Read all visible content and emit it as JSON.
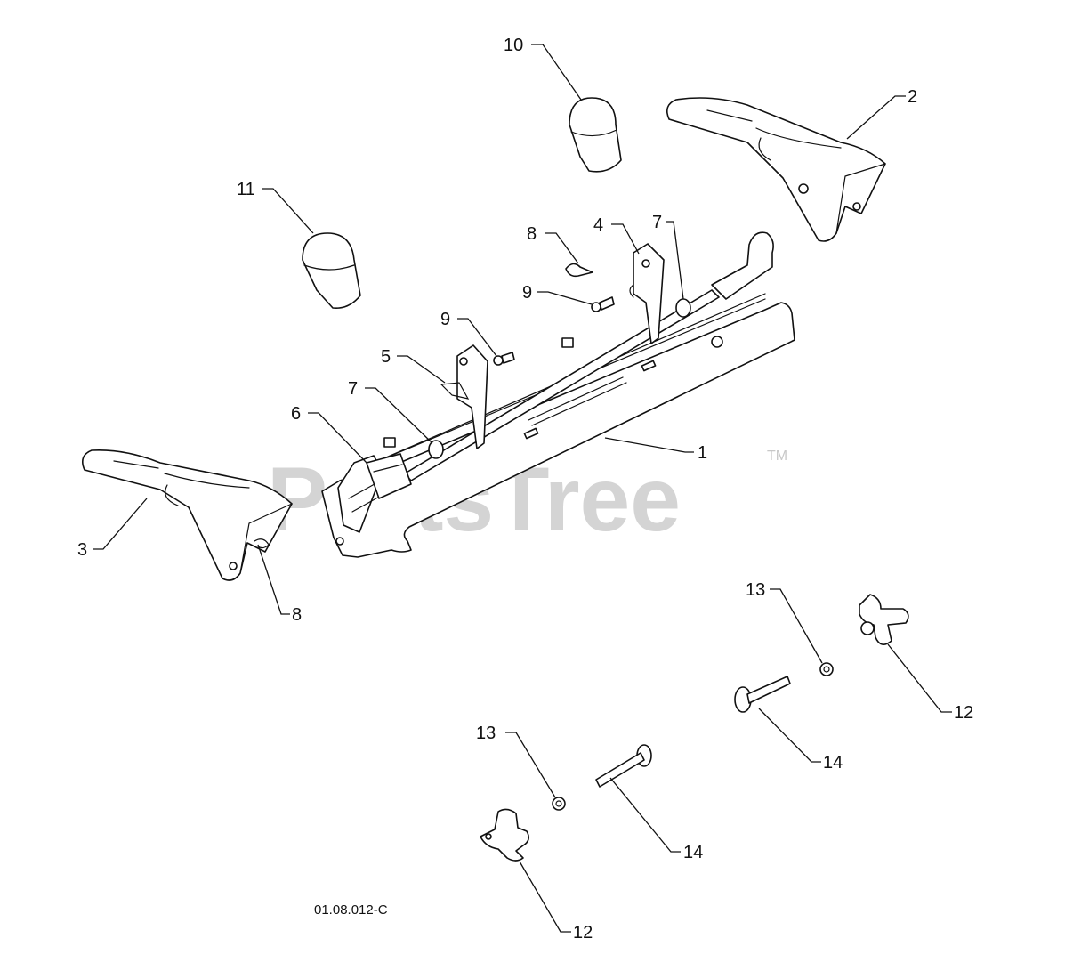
{
  "diagram": {
    "drawing_code": "01.08.012-C",
    "watermark": "PartsTree",
    "trademark": "TM",
    "callouts": [
      {
        "id": "c10",
        "label": "10"
      },
      {
        "id": "c2",
        "label": "2"
      },
      {
        "id": "c11",
        "label": "11"
      },
      {
        "id": "c8a",
        "label": "8"
      },
      {
        "id": "c4",
        "label": "4"
      },
      {
        "id": "c7a",
        "label": "7"
      },
      {
        "id": "c9a",
        "label": "9"
      },
      {
        "id": "c9b",
        "label": "9"
      },
      {
        "id": "c5",
        "label": "5"
      },
      {
        "id": "c7b",
        "label": "7"
      },
      {
        "id": "c6",
        "label": "6"
      },
      {
        "id": "c1",
        "label": "1"
      },
      {
        "id": "c3",
        "label": "3"
      },
      {
        "id": "c8b",
        "label": "8"
      },
      {
        "id": "c13a",
        "label": "13"
      },
      {
        "id": "c12a",
        "label": "12"
      },
      {
        "id": "c14a",
        "label": "14"
      },
      {
        "id": "c13b",
        "label": "13"
      },
      {
        "id": "c14b",
        "label": "14"
      },
      {
        "id": "c12b",
        "label": "12"
      }
    ]
  }
}
